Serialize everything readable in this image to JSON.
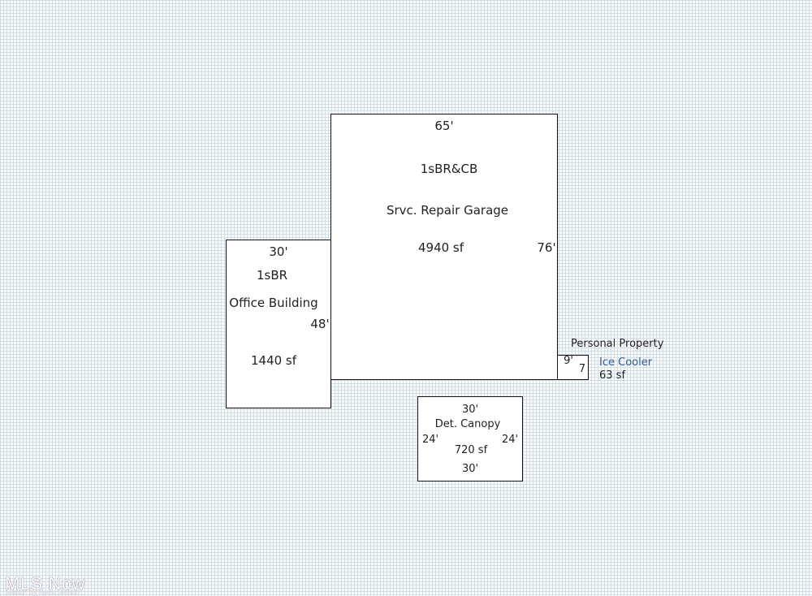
{
  "garage": {
    "top_dim": "65'",
    "side_dim": "76'",
    "code": "1sBR&CB",
    "name": "Srvc. Repair Garage",
    "area": "4940 sf"
  },
  "office": {
    "top_dim": "30'",
    "code": "1sBR",
    "name": "Office Building",
    "side_dim": "48'",
    "area": "1440 sf"
  },
  "personal_property": {
    "heading": "Personal Property",
    "dim_a": "9'",
    "dim_b": "7",
    "name": "Ice Cooler",
    "area": "63 sf"
  },
  "canopy": {
    "top_dim": "30'",
    "name": "Det. Canopy",
    "left_dim": "24'",
    "right_dim": "24'",
    "area": "720 sf",
    "bottom_dim": "30'"
  },
  "watermark": {
    "logo": "MLS Now",
    "credit": "Sketch by Apex Sketch"
  }
}
